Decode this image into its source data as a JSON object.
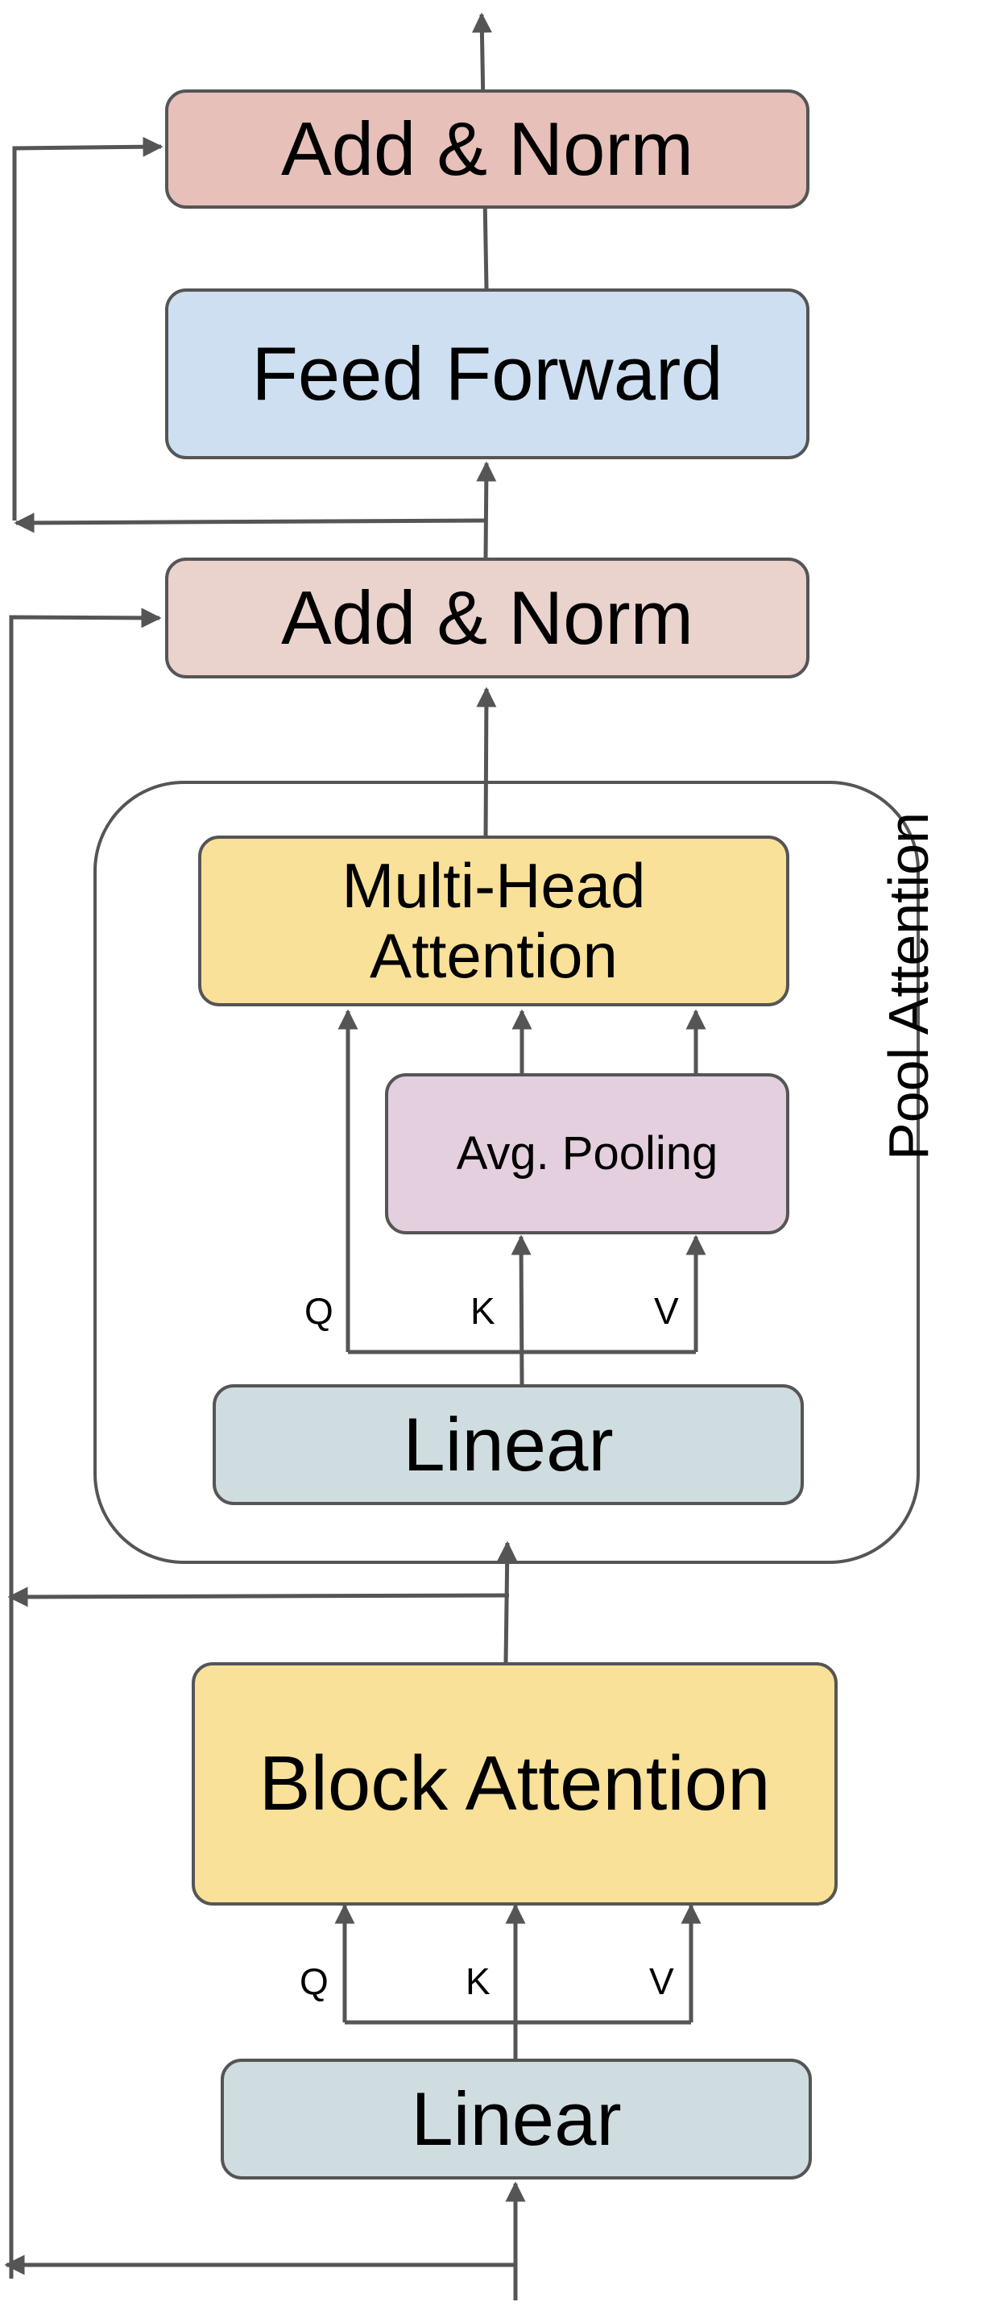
{
  "colors": {
    "add_norm_top": "#e6c0b9",
    "feed_forward": "#cddff0",
    "add_norm_mid": "#ead3cd",
    "multi_head": "#f9e199",
    "avg_pooling": "#e3cfdd",
    "linear": "#cfdde0",
    "block_attention": "#f9e199",
    "stroke": "#555555"
  },
  "boxes": {
    "add_norm_top": "Add & Norm",
    "feed_forward": "Feed Forward",
    "add_norm_mid": "Add & Norm",
    "multi_head_line1": "Multi-Head",
    "multi_head_line2": "Attention",
    "avg_pooling": "Avg. Pooling",
    "linear_pool": "Linear",
    "block_attention": "Block Attention",
    "linear_block": "Linear"
  },
  "group_label": "Pool Attention",
  "pool_inputs": {
    "q": "Q",
    "k": "K",
    "v": "V"
  },
  "block_inputs": {
    "q": "Q",
    "k": "K",
    "v": "V"
  }
}
